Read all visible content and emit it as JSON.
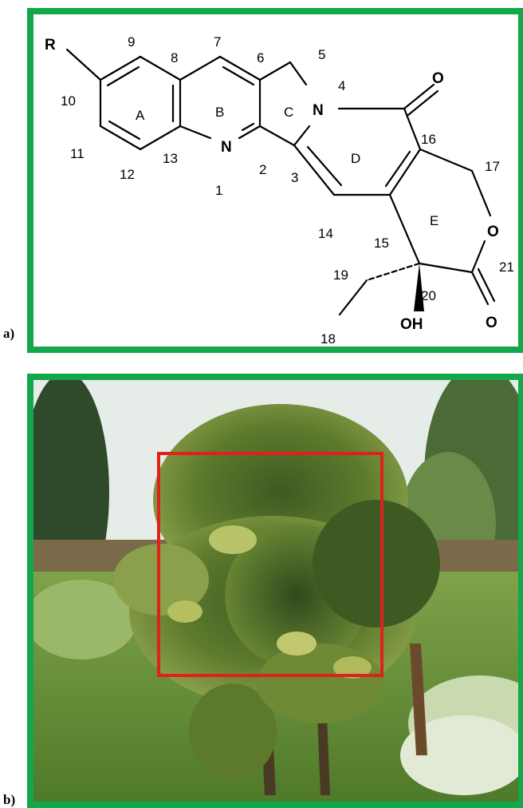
{
  "panels": {
    "a_label": "a)",
    "b_label": "b)"
  },
  "molecule": {
    "atoms": {
      "R": "R",
      "N1": "N",
      "N4": "N",
      "O_ketone": "O",
      "O_ring": "O",
      "O_lactone": "O",
      "OH": "OH"
    },
    "rings": {
      "A": "A",
      "B": "B",
      "C": "C",
      "D": "D",
      "E": "E"
    },
    "positions": {
      "p1": "1",
      "p2": "2",
      "p3": "3",
      "p4": "4",
      "p5": "5",
      "p6": "6",
      "p7": "7",
      "p8": "8",
      "p9": "9",
      "p10": "10",
      "p11": "11",
      "p12": "12",
      "p13": "13",
      "p14": "14",
      "p15": "15",
      "p16": "16",
      "p17": "17",
      "p18": "18",
      "p19": "19",
      "p20": "20",
      "p21": "21"
    }
  },
  "colors": {
    "frame": "#12a84a",
    "highlight_box": "#e0201c",
    "bond": "#000000"
  }
}
